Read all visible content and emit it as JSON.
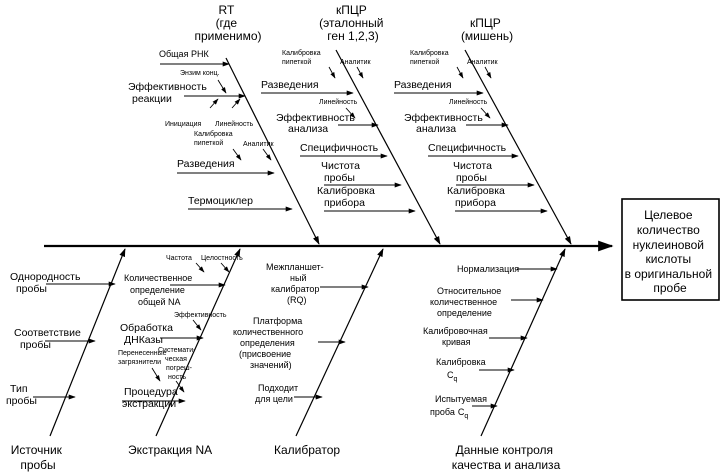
{
  "headers": {
    "rt": [
      "RT",
      "(где",
      "применимо)"
    ],
    "qpcr_ref": [
      "кПЦР",
      "(эталонный",
      "ген 1,2,3)"
    ],
    "qpcr_target": [
      "кПЦР",
      "(мишень)"
    ]
  },
  "effect": [
    "Целевое",
    "количество",
    "нуклеиновой",
    "кислоты",
    "в оригинальной",
    "пробе"
  ],
  "rt": {
    "total_rna": "Общая РНК",
    "enzyme": "Энзим конц.",
    "efficiency": [
      "Эффективность",
      "реакции"
    ],
    "initiation": "Инициация",
    "linearity": "Линейность",
    "pipette_cal": [
      "Калибровка",
      "пипеткой"
    ],
    "analyst": "Аналитик",
    "dilutions": "Разведения",
    "thermocycler": "Термоциклер"
  },
  "qpcr_ref": {
    "pipette_cal": [
      "Калибровка",
      "пипеткой"
    ],
    "analyst": "Аналитик",
    "dilutions": "Разведения",
    "linearity": "Линейность",
    "efficiency": [
      "Эффективность",
      "анализа"
    ],
    "specificity": "Специфичность",
    "purity": [
      "Чистота",
      "пробы"
    ],
    "instrument_cal": [
      "Калибровка",
      "прибора"
    ]
  },
  "qpcr_target": {
    "pipette_cal": [
      "Калибровка",
      "пипеткой"
    ],
    "analyst": "Аналитик",
    "dilutions": "Разведения",
    "linearity": "Линейность",
    "efficiency": [
      "Эффективность",
      "анализа"
    ],
    "specificity": "Специфичность",
    "purity": [
      "Чистота",
      "пробы"
    ],
    "instrument_cal": [
      "Калибровка",
      "прибора"
    ]
  },
  "source": {
    "homogeneity": [
      "Однородность",
      "пробы"
    ],
    "conformity": [
      "Соответствие",
      "пробы"
    ],
    "type": [
      "Тип",
      "пробы"
    ]
  },
  "extraction": {
    "purity": "Частота",
    "integrity": "Целостность",
    "quant": [
      "Количественное",
      "определение",
      "общей NA"
    ],
    "efficiency": "Эффективность",
    "dnase": [
      "Обработка",
      "ДНКазы"
    ],
    "carryover": [
      "Перенесенные",
      "загрязнители"
    ],
    "systematic": [
      "Системати-",
      "ческая",
      "погреш-",
      "ность"
    ],
    "procedure": [
      "Процедура",
      "экстракции"
    ]
  },
  "calibrator": {
    "interplate": [
      "Межпланшет-",
      "ный",
      "калибратор",
      "(RQ)"
    ],
    "platform": [
      "Платформа",
      "количественного",
      "определения",
      "(присвоение",
      "значений)"
    ],
    "fit": [
      "Подходит",
      "для цели"
    ]
  },
  "qc": {
    "normalization": "Нормализация",
    "relative": [
      "Относительное",
      "количественное",
      "определение"
    ],
    "curve": [
      "Калибровочная",
      "кривая"
    ],
    "cal_cq": "Калибровка",
    "test_cq": "Испытуемая",
    "test_cq_2": "проба",
    "cq": "C",
    "cq_sub": "q"
  },
  "categories": {
    "source": [
      "Источник",
      "пробы"
    ],
    "extraction": "Экстракция NA",
    "calibrator": "Калибратор",
    "qc": [
      "Данные контроля",
      "качества и анализа"
    ]
  }
}
